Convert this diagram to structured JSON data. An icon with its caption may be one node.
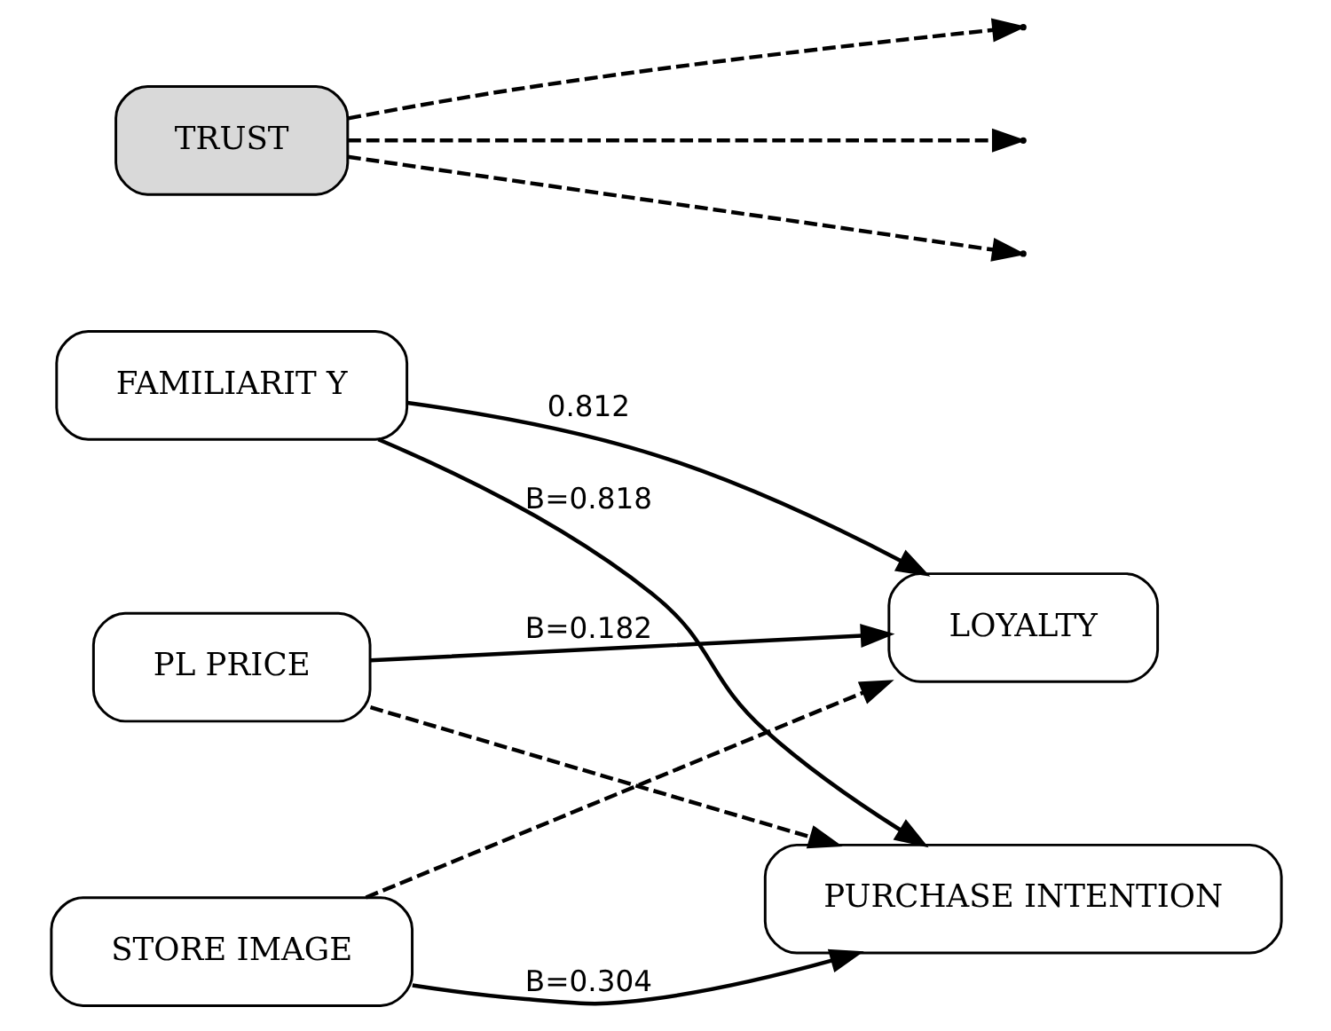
{
  "diagram": {
    "nodes": [
      {
        "text": [
          "PL PRICE"
        ]
      },
      {
        "text": [
          "PURCHASE INTENTION"
        ]
      },
      {
        "text": [
          "FAMILIARIT Y"
        ]
      },
      {
        "text": [
          "LOYALTY"
        ]
      },
      {
        "text": [
          "STORE IMAGE"
        ]
      },
      {
        "text": [
          "TRUST"
        ]
      }
    ],
    "edges": [
      {
        "from": 0,
        "to": 1,
        "arrow": "to",
        "style": "dashed"
      },
      {
        "from": 0,
        "to": 3,
        "arrow": "to",
        "label": "B=0.182"
      },
      {
        "from": 2,
        "to": 1,
        "arrow": "to",
        "label": "B=0.818"
      },
      {
        "from": 2,
        "to": 3,
        "arrow": "to",
        "label": "0.812"
      },
      {
        "from": 4,
        "to": 1,
        "arrow": "to",
        "label": "B=0.304"
      },
      {
        "from": 4,
        "to": 3,
        "arrow": "to",
        "style": "dashed"
      },
      {
        "from": 5,
        "to": null,
        "arrow": "to",
        "style": "dashed"
      },
      {
        "from": 5,
        "to": null,
        "arrow": "to",
        "style": "dashed"
      },
      {
        "from": 5,
        "to": null,
        "arrow": "to",
        "style": "dashed"
      }
    ]
  }
}
